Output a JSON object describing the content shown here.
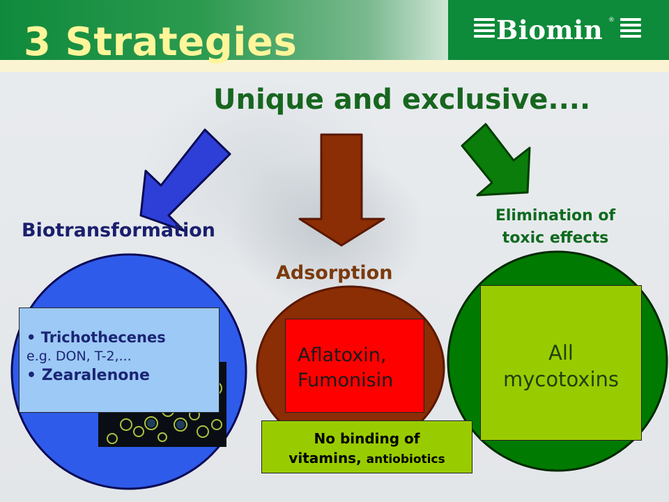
{
  "header": {
    "title": "3 Strategies",
    "logo_text": "Biomin",
    "logo_mark": "®"
  },
  "subtitle": "Unique and exclusive....",
  "strategies": {
    "biotransformation": {
      "label": "Biotransformation",
      "line1": "• Trichothecenes",
      "line2": "e.g. DON, T-2,...",
      "line3": "•  Zearalenone",
      "color": "#2f5bea"
    },
    "adsorption": {
      "label": "Adsorption",
      "box_line1": "Aflatoxin,",
      "box_line2": "Fumonisin",
      "note_line1": "No binding of",
      "note_line2": "vitamins,",
      "note_line2_small": "antiobiotics",
      "color": "#8b2d05"
    },
    "elimination": {
      "label_line1": "Elimination of",
      "label_line2": "toxic effects",
      "box_line1": "All",
      "box_line2": "mycotoxins",
      "color": "#007a00"
    }
  },
  "colors": {
    "title": "#fff59a",
    "subtitle": "#17661f",
    "header_green": "#0d8a3a"
  }
}
